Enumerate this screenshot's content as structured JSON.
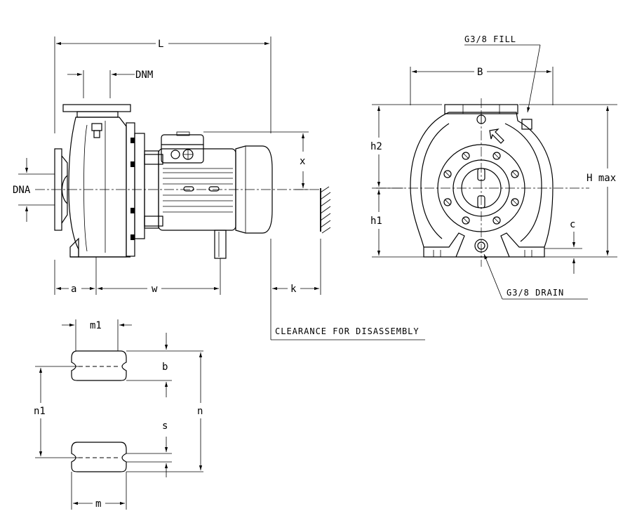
{
  "dimensions": {
    "L": "L",
    "DNM": "DNM",
    "DNA": "DNA",
    "x": "x",
    "a": "a",
    "w": "w",
    "k": "k",
    "B": "B",
    "h2": "h2",
    "h1": "h1",
    "Hmax": "H max",
    "c": "c",
    "m1": "m1",
    "b": "b",
    "n1": "n1",
    "n": "n",
    "s": "s",
    "m": "m"
  },
  "notes": {
    "clearance": "CLEARANCE FOR DISASSEMBLY",
    "fill": "G3/8  FILL",
    "drain": "G3/8  DRAIN"
  }
}
